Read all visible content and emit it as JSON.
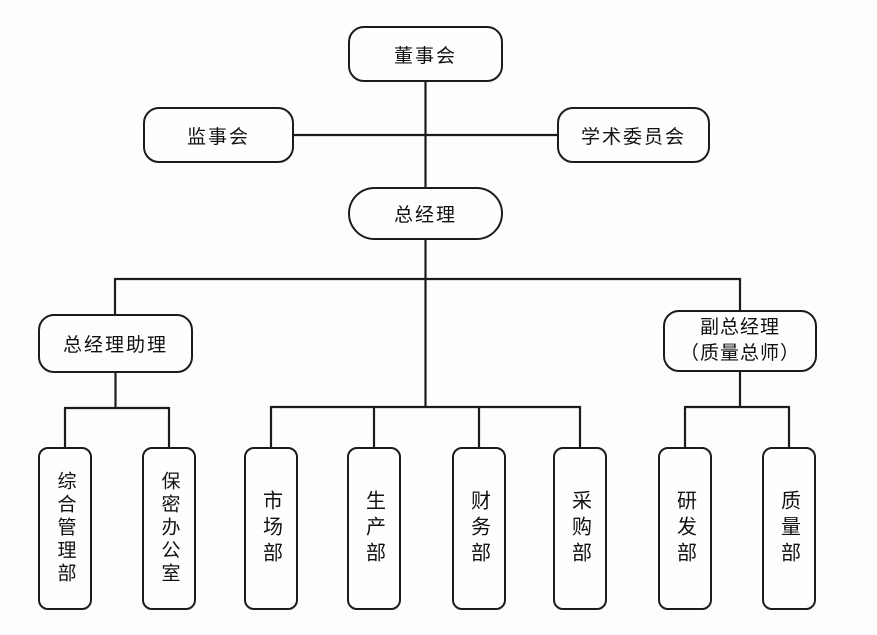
{
  "diagram": {
    "type": "org-chart",
    "colors": {
      "line": "#1c1c1e",
      "box_border": "#1c1c1e",
      "box_fill": "#fefefe",
      "text": "#111111",
      "background": "#fdfdfd"
    },
    "nodes": {
      "board": {
        "label": "董事会"
      },
      "supervisory_board": {
        "label": "监事会"
      },
      "academic_committee": {
        "label": "学术委员会"
      },
      "general_manager": {
        "label": "总经理"
      },
      "gm_assistant": {
        "label": "总经理助理"
      },
      "deputy_gm": {
        "line1": "副总经理",
        "line2": "（质量总师）"
      },
      "dept_general_management": {
        "label": "综合管理部"
      },
      "dept_confidentiality_office": {
        "label": "保密办公室"
      },
      "dept_marketing": {
        "label": "市场部"
      },
      "dept_production": {
        "label": "生产部"
      },
      "dept_finance": {
        "label": "财务部"
      },
      "dept_procurement": {
        "label": "采购部"
      },
      "dept_rnd": {
        "label": "研发部"
      },
      "dept_quality": {
        "label": "质量部"
      }
    },
    "edges": [
      "board -> general_manager",
      "board-line <-> supervisory_board",
      "board-line <-> academic_committee",
      "general_manager -> gm_assistant",
      "general_manager -> deputy_gm",
      "general_manager -> dept_marketing",
      "general_manager -> dept_production",
      "general_manager -> dept_finance",
      "general_manager -> dept_procurement",
      "gm_assistant -> dept_general_management",
      "gm_assistant -> dept_confidentiality_office",
      "deputy_gm -> dept_rnd",
      "deputy_gm -> dept_quality"
    ]
  }
}
